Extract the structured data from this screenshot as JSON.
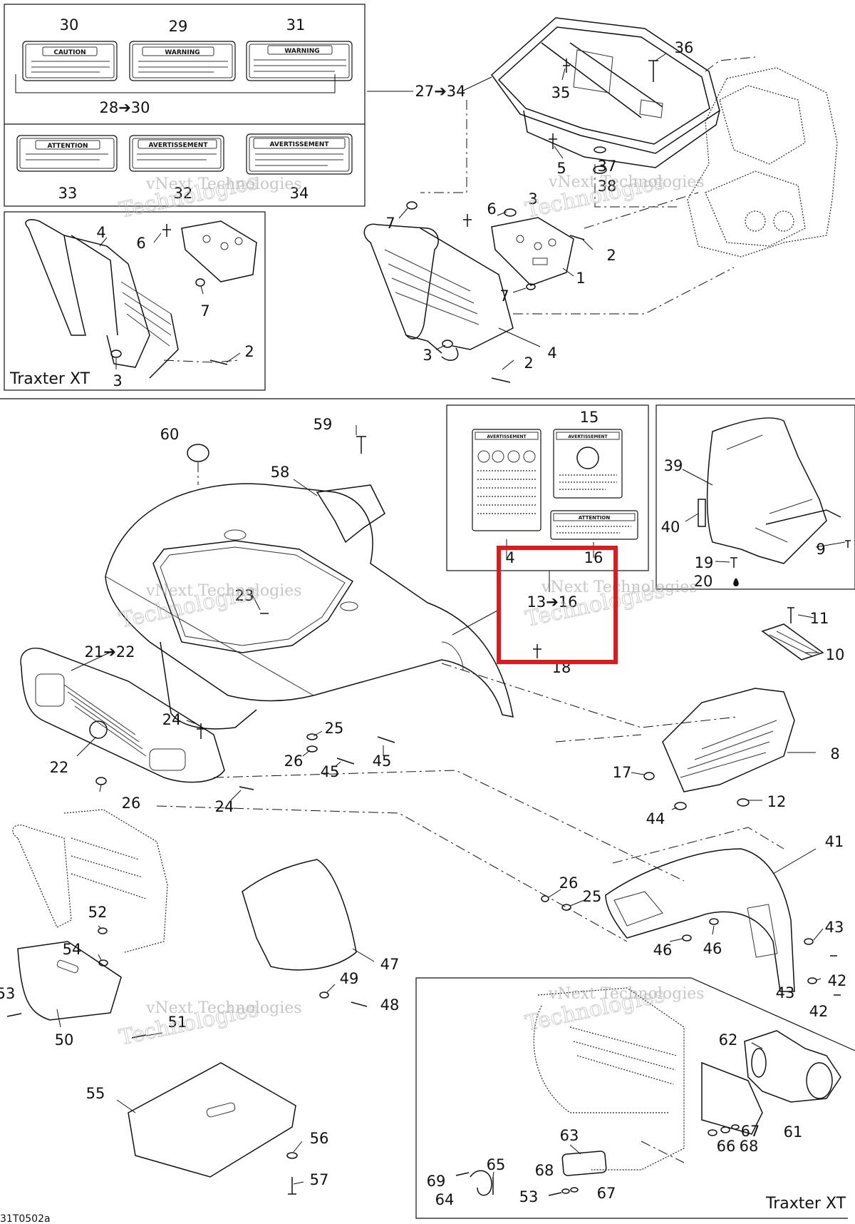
{
  "watermark": {
    "line1": "vNext",
    "line2": "Technologies",
    "combined": "vNext Technologies"
  },
  "decals": {
    "d30": {
      "title": "CAUTION"
    },
    "d29": {
      "title": "WARNING"
    },
    "d31": {
      "title": "WARNING"
    },
    "d33": {
      "title": "ATTENTION"
    },
    "d32": {
      "title": "AVERTISSEMENT"
    },
    "d34": {
      "title": "AVERTISSEMENT"
    },
    "d4": {
      "title": "AVERTISSEMENT"
    },
    "d15": {
      "title": "AVERTISSEMENT"
    },
    "d16": {
      "title": "ATTENTION"
    }
  },
  "variant_labels": {
    "top_left": "Traxter XT",
    "bottom_right": "Traxter XT"
  },
  "figure_code": "31T0502a",
  "callouts": {
    "c30": "30",
    "c29": "29",
    "c31": "31",
    "c28_30": "28➔30",
    "c33": "33",
    "c32": "32",
    "c34": "34",
    "c27_34": "27➔34",
    "c36": "36",
    "c35": "35",
    "c5": "5",
    "c37": "37",
    "c38": "38",
    "c7a": "7",
    "c6a": "6",
    "c3a": "3",
    "c2a": "2",
    "c1": "1",
    "c7b": "7",
    "c3b": "3",
    "c2b": "2",
    "c4a": "4",
    "c4b": "4",
    "c6b": "6",
    "c7c": "7",
    "c2c": "2",
    "c3c": "3",
    "c60": "60",
    "c59": "59",
    "c58": "58",
    "c15": "15",
    "c39": "39",
    "c40": "40",
    "c9": "9",
    "c19": "19",
    "c20": "20",
    "c4c": "4",
    "c16": "16",
    "c13_16": "13➔16",
    "c18": "18",
    "c23": "23",
    "c21_22": "21➔22",
    "c11": "11",
    "c10": "10",
    "c8": "8",
    "c17": "17",
    "c12": "12",
    "c44": "44",
    "c24a": "24",
    "c25a": "25",
    "c22": "22",
    "c26a": "26",
    "c45a": "45",
    "c45b": "45",
    "c24b": "24",
    "c26b": "26",
    "c41": "41",
    "c26c": "26",
    "c25b": "25",
    "c46a": "46",
    "c46b": "46",
    "c43a": "43",
    "c42a": "42",
    "c43b": "43",
    "c42b": "42",
    "c52": "52",
    "c54": "54",
    "c53a": "53",
    "c51": "51",
    "c50": "50",
    "c47": "47",
    "c49": "49",
    "c48": "48",
    "c55": "55",
    "c56": "56",
    "c57": "57",
    "c62": "62",
    "c61": "61",
    "c67a": "67",
    "c66": "66",
    "c68a": "68",
    "c63": "63",
    "c65": "65",
    "c69": "69",
    "c68b": "68",
    "c64": "64",
    "c53b": "53",
    "c67b": "67"
  },
  "highlight": {
    "color": "#e0191e",
    "target": "13➔16"
  },
  "colors": {
    "lines": "#111111",
    "background": "#ffffff",
    "watermark": "#9a9a9a"
  }
}
